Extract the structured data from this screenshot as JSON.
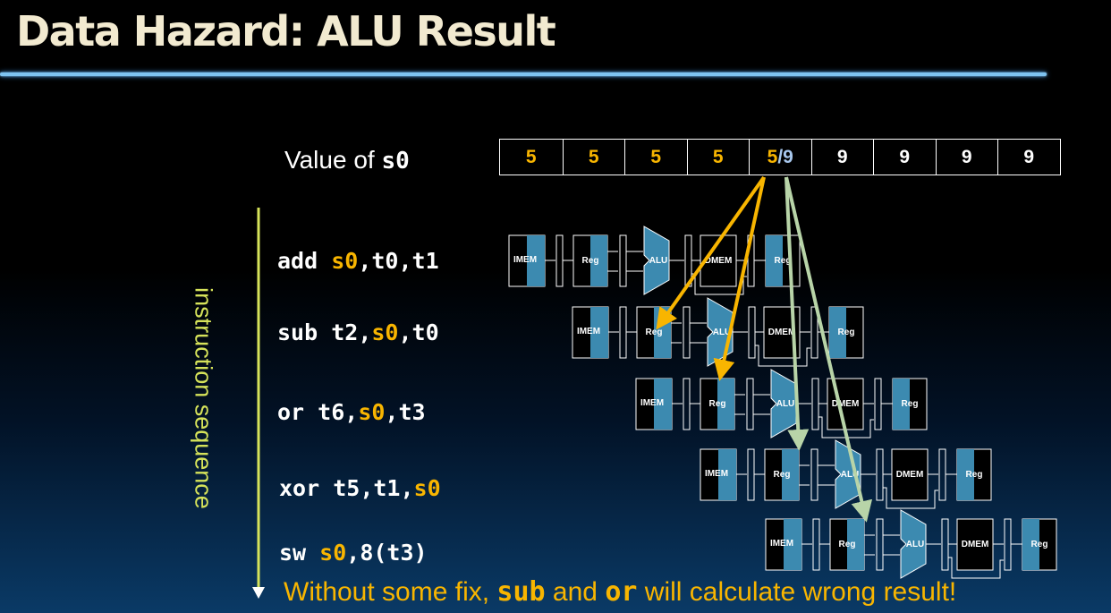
{
  "title": "Data Hazard: ALU Result",
  "value_row": {
    "label_prefix": "Value of ",
    "label_reg": "s0",
    "cells": [
      {
        "text": "5",
        "color": "orange"
      },
      {
        "text": "5",
        "color": "orange"
      },
      {
        "text": "5",
        "color": "orange"
      },
      {
        "text": "5",
        "color": "orange"
      },
      {
        "text": "5",
        "color": "orange",
        "suffix": "/9",
        "suffix_color": "white"
      },
      {
        "text": "9",
        "color": "white"
      },
      {
        "text": "9",
        "color": "white"
      },
      {
        "text": "9",
        "color": "white"
      },
      {
        "text": "9",
        "color": "white"
      }
    ]
  },
  "sequence_label": "instruction sequence",
  "instructions": [
    {
      "op": "add ",
      "parts": [
        {
          "t": "s0",
          "hl": true
        },
        {
          "t": ",t0,t1",
          "hl": false
        }
      ]
    },
    {
      "op": "sub ",
      "parts": [
        {
          "t": "t2,",
          "hl": false
        },
        {
          "t": "s0",
          "hl": true
        },
        {
          "t": ",t0",
          "hl": false
        }
      ]
    },
    {
      "op": "or ",
      "parts": [
        {
          "t": "t6,",
          "hl": false
        },
        {
          "t": "s0",
          "hl": true
        },
        {
          "t": ",t3",
          "hl": false
        }
      ]
    },
    {
      "op": "xor ",
      "parts": [
        {
          "t": "t5,t1,",
          "hl": false
        },
        {
          "t": "s0",
          "hl": true
        }
      ]
    },
    {
      "op": "sw ",
      "parts": [
        {
          "t": "s0",
          "hl": true
        },
        {
          "t": ",8(t3)",
          "hl": false
        }
      ]
    }
  ],
  "stage_labels": {
    "imem": "IMEM",
    "reg": "Reg",
    "alu": "ALU",
    "dmem": "DMEM"
  },
  "footer": {
    "pre": "Without some fix, ",
    "w1": "sub",
    "mid": " and ",
    "w2": "or",
    "post": " will calculate wrong result!"
  },
  "colors": {
    "accent_orange": "#f8b500",
    "arrow_green": "#b8d4a8",
    "stage_blue": "#3c8ab0",
    "seq_line": "#d6e35a"
  }
}
